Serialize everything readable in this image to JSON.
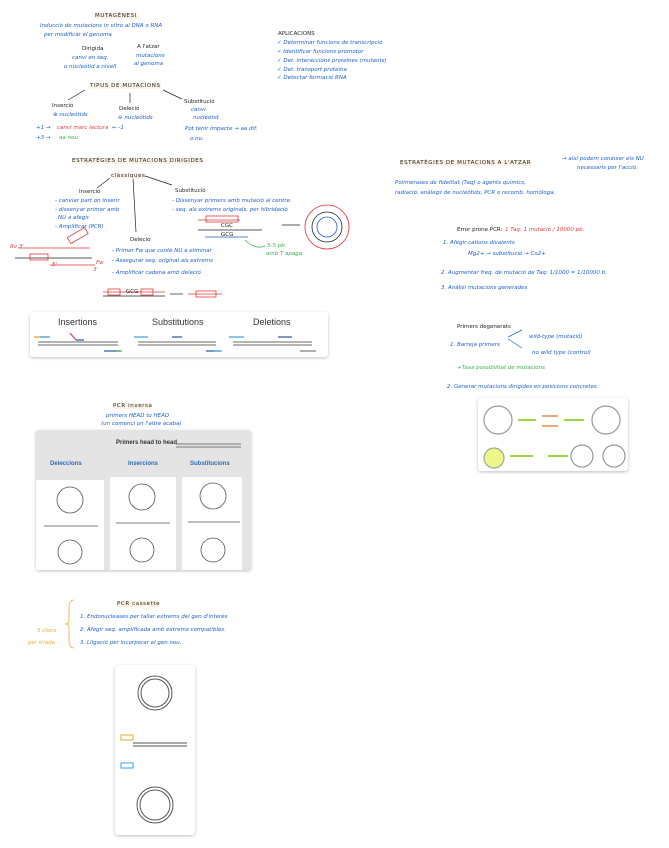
{
  "mutagenesi": {
    "title": "MUTAGÈNESI",
    "def1": "Inducció de mutacions in vitro al DNA o RNA",
    "def2": "per modificar el genoma",
    "dirigida": "Dirigida",
    "dirigida_1": "canvi en seq.",
    "dirigida_2": "o nucleòtid a nivell",
    "atzar": "A l'atzar",
    "atzar_1": "mutacions",
    "atzar_2": "al genoma"
  },
  "aplicacions": {
    "title": "APLICACIONS",
    "items": [
      "✓ Determinar funcions de transcripció",
      "✓ Identificar funcions promotor",
      "✓ Det. interaccions proteïnes (mutants)",
      "✓ Det. transport proteïna",
      "✓ Detectar formació RNA"
    ]
  },
  "tipus": {
    "title": "TIPUS DE MUTACIONS",
    "insercio": "Inserció",
    "insercio_sub": "⊕ nucleòtids",
    "delecio": "Deleció",
    "delecio_sub": "⊖ nucleòtids",
    "substitucio": "Substitució",
    "substitucio_1": "canvi",
    "substitucio_2": "nucleòtid",
    "plus1": "+1 →",
    "marc": "canvi marc lectura",
    "minus1": "← -1",
    "plus3": "+3 →",
    "aanou": "aa nou",
    "impacte": "Pot tenir impacte → aa dif.",
    "ono": "o no."
  },
  "dirigides": {
    "title": "ESTRATÈGIES DE MUTACIONS DIRIGIDES",
    "classiques": "clàssiques",
    "insercio": "Inserció",
    "insercio_items": [
      "- canviar part on inserir",
      "- dissenyar primer amb",
      "  NU a afegir.",
      "- Amplificar (PCR)"
    ],
    "delecio": "Deleció",
    "delecio_items": [
      "- Primer Fw que conté NU a eliminar",
      "- Assegurar seq. original als extrems",
      "- Amplificar cadena amb deleció"
    ],
    "substitucio": "Substitució",
    "substitucio_items": [
      "- Dissenyar primers amb mutació al centre.",
      "- seq. als extrems originals, per hibridació"
    ],
    "rv": "Rv 3'",
    "fw": "Fw",
    "five": "5'",
    "three": "3'",
    "gcg": "GCG",
    "cgc": "CGC",
    "green_1": "3-5 pb",
    "green_2": "amb T apaga"
  },
  "fig_types": {
    "insertions": "Insertions",
    "substitutions": "Substitutions",
    "deletions": "Deletions"
  },
  "pcr_inversa": {
    "title": "PCR inversa",
    "l1": "primers HEAD to HEAD",
    "l2": "(un comenci on l'altre acaba)"
  },
  "fig_head": {
    "title": "Primers head to head",
    "deleccions": "Deleccions",
    "insercions": "Insercions",
    "substitucions": "Substitucions"
  },
  "atzar": {
    "title": "ESTRATÈGIES DE MUTACIONS A L'ATZAR",
    "note1": "→ així podem conèixer els NU",
    "note2": "necessaris per l'acció.",
    "l1": "Polimerases de fidelitat (Taq) o agents químics,",
    "l2": "radiació, anàlegs de nucleòtids, PCR o recomb. homòloga.",
    "ep_title": "Error prone PCR:",
    "ep_red": "1 Taq: 1 mutació / 10000 pb.",
    "ep1": "1. Afegir cations divalents",
    "ep1b": "Mg2+ → substitució → Co2+",
    "ep2": "2. Augmentar freq. de mutació de Taq: 1/1000 = 1/10000 b.",
    "ep3": "3. Anàlisi mutacions generades"
  },
  "degenerats": {
    "title": "Primers degenerats",
    "l1": "1. Barreja primers",
    "wt": "wild-type (mutació)",
    "nwt": "no wild type (control)",
    "taxa": "+Taxa possibilitat de mutacions",
    "l2": "2. Generar mutacions dirigides en posicions concretes."
  },
  "cassette": {
    "title": "PCR cassette",
    "items": [
      "1. Endonucleases per tallar extrems del gen d'interès",
      "2. Afegir seq. amplificada amb extrems compatibles.",
      "3. Lligació per incorporar el gen nou."
    ],
    "side1": "5 clons",
    "side2": "per triada"
  }
}
